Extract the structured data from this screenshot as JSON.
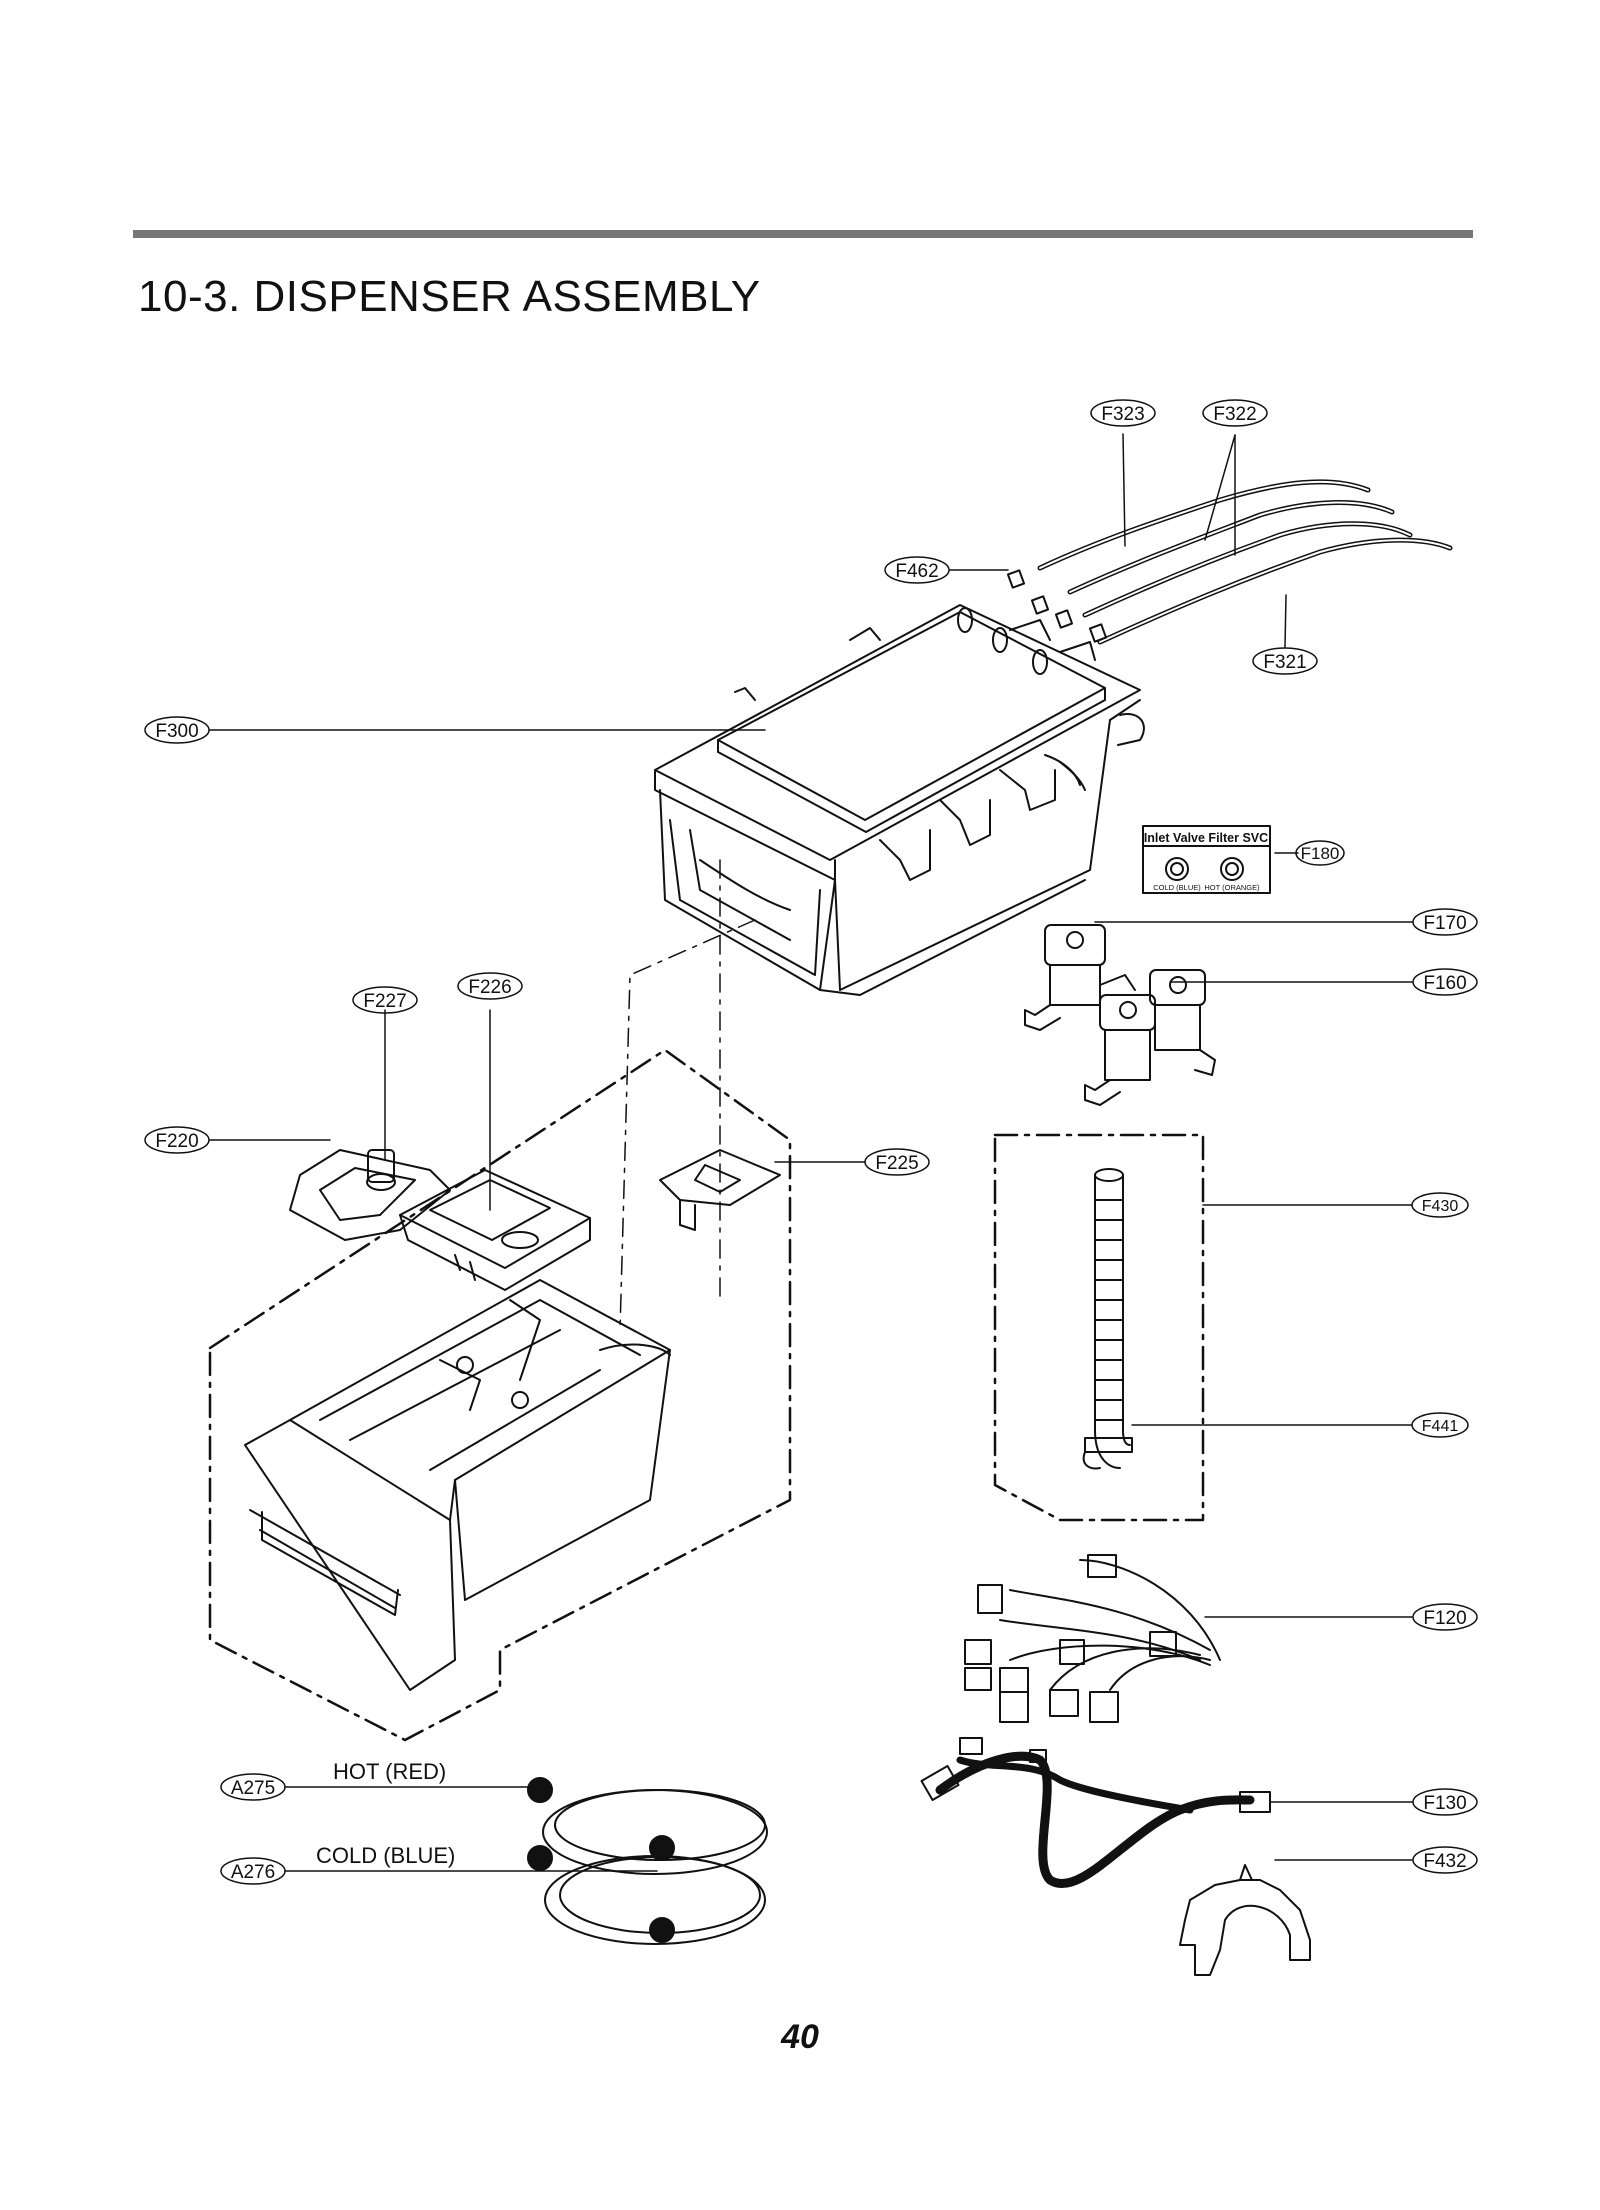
{
  "page": {
    "title": "10-3.  DISPENSER ASSEMBLY",
    "page_number": "40"
  },
  "labels": {
    "F323": "F323",
    "F322": "F322",
    "F462": "F462",
    "F321": "F321",
    "F300": "F300",
    "F180": "F180",
    "F170": "F170",
    "F160": "F160",
    "F227": "F227",
    "F226": "F226",
    "F220": "F220",
    "F225": "F225",
    "F430": "F430",
    "F441": "F441",
    "F120": "F120",
    "F130": "F130",
    "F432": "F432",
    "A275": "A275",
    "A276": "A276"
  },
  "hose_labels": {
    "hot": "HOT (RED)",
    "cold": "COLD (BLUE)"
  },
  "filter_box": {
    "title": "Inlet Valve Filter SVC",
    "cold": "COLD (BLUE)",
    "hot": "HOT (ORANGE)"
  }
}
